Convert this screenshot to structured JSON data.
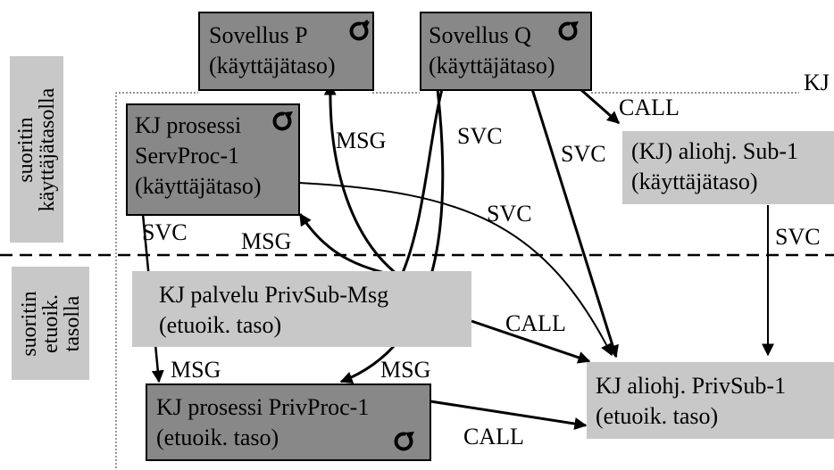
{
  "side_labels": {
    "user_level": [
      "suoritin",
      "käyttäjätasolla"
    ],
    "priv_level": [
      "suoritin",
      "etuoik.",
      "tasolla"
    ]
  },
  "corner_label": "KJ",
  "boxes": {
    "app_p": {
      "line1": "Sovellus P",
      "line2": "(käyttäjätaso)"
    },
    "app_q": {
      "line1": "Sovellus Q",
      "line2": "(käyttäjätaso)"
    },
    "servproc": {
      "line1": "KJ prosessi",
      "line2": "ServProc-1",
      "line3": "(käyttäjätaso)"
    },
    "sub1_user": {
      "line1": "(KJ) aliohj. Sub-1",
      "line2": "(käyttäjätaso)"
    },
    "privsub_msg": {
      "line1": "KJ palvelu PrivSub-Msg",
      "line2": "(etuoik. taso)"
    },
    "privproc": {
      "line1": "KJ prosessi PrivProc-1",
      "line2": "(etuoik. taso)"
    },
    "privsub1": {
      "line1": "KJ aliohj. PrivSub-1",
      "line2": "(etuoik. taso)"
    }
  },
  "arrow_labels": {
    "msg_to_p": "MSG",
    "svc_q_down": "SVC",
    "svc_q_right": "SVC",
    "call_q_sub1": "CALL",
    "svc_servproc": "SVC",
    "svc_servproc_down": "SVC",
    "msg_to_servproc": "MSG",
    "svc_sub1": "SVC",
    "call_privsub_msg": "CALL",
    "msg_to_privproc_left": "MSG",
    "msg_to_privproc_right": "MSG",
    "call_privproc": "CALL"
  },
  "icons": {
    "cycle_icon": "clockwise-cycle-arrow"
  }
}
